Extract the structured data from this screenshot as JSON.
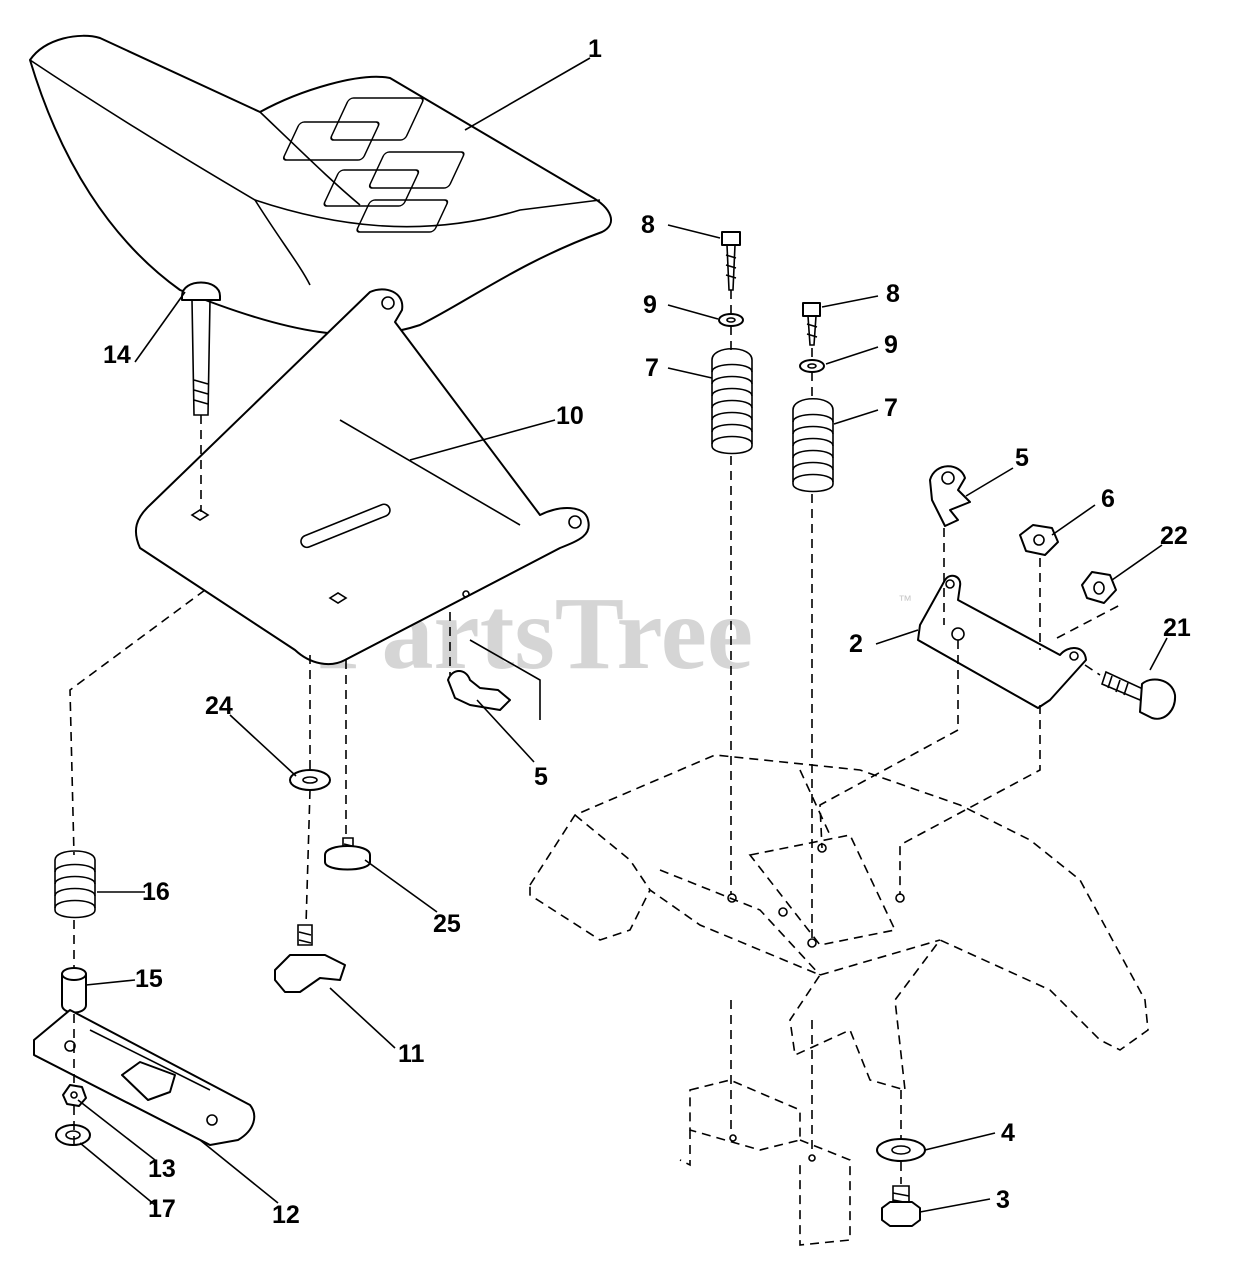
{
  "watermark": {
    "text": "PartsTree",
    "mark": "™"
  },
  "callouts": [
    {
      "id": "c1",
      "label": "1"
    },
    {
      "id": "c8a",
      "label": "8"
    },
    {
      "id": "c9a",
      "label": "9"
    },
    {
      "id": "c7a",
      "label": "7"
    },
    {
      "id": "c8b",
      "label": "8"
    },
    {
      "id": "c9b",
      "label": "9"
    },
    {
      "id": "c7b",
      "label": "7"
    },
    {
      "id": "c14",
      "label": "14"
    },
    {
      "id": "c10",
      "label": "10"
    },
    {
      "id": "c5a",
      "label": "5"
    },
    {
      "id": "c6",
      "label": "6"
    },
    {
      "id": "c22",
      "label": "22"
    },
    {
      "id": "c2",
      "label": "2"
    },
    {
      "id": "c21",
      "label": "21"
    },
    {
      "id": "c24",
      "label": "24"
    },
    {
      "id": "c5b",
      "label": "5"
    },
    {
      "id": "c25",
      "label": "25"
    },
    {
      "id": "c16",
      "label": "16"
    },
    {
      "id": "c15",
      "label": "15"
    },
    {
      "id": "c11",
      "label": "11"
    },
    {
      "id": "c4",
      "label": "4"
    },
    {
      "id": "c3",
      "label": "3"
    },
    {
      "id": "c13",
      "label": "13"
    },
    {
      "id": "c17",
      "label": "17"
    },
    {
      "id": "c12",
      "label": "12"
    }
  ]
}
